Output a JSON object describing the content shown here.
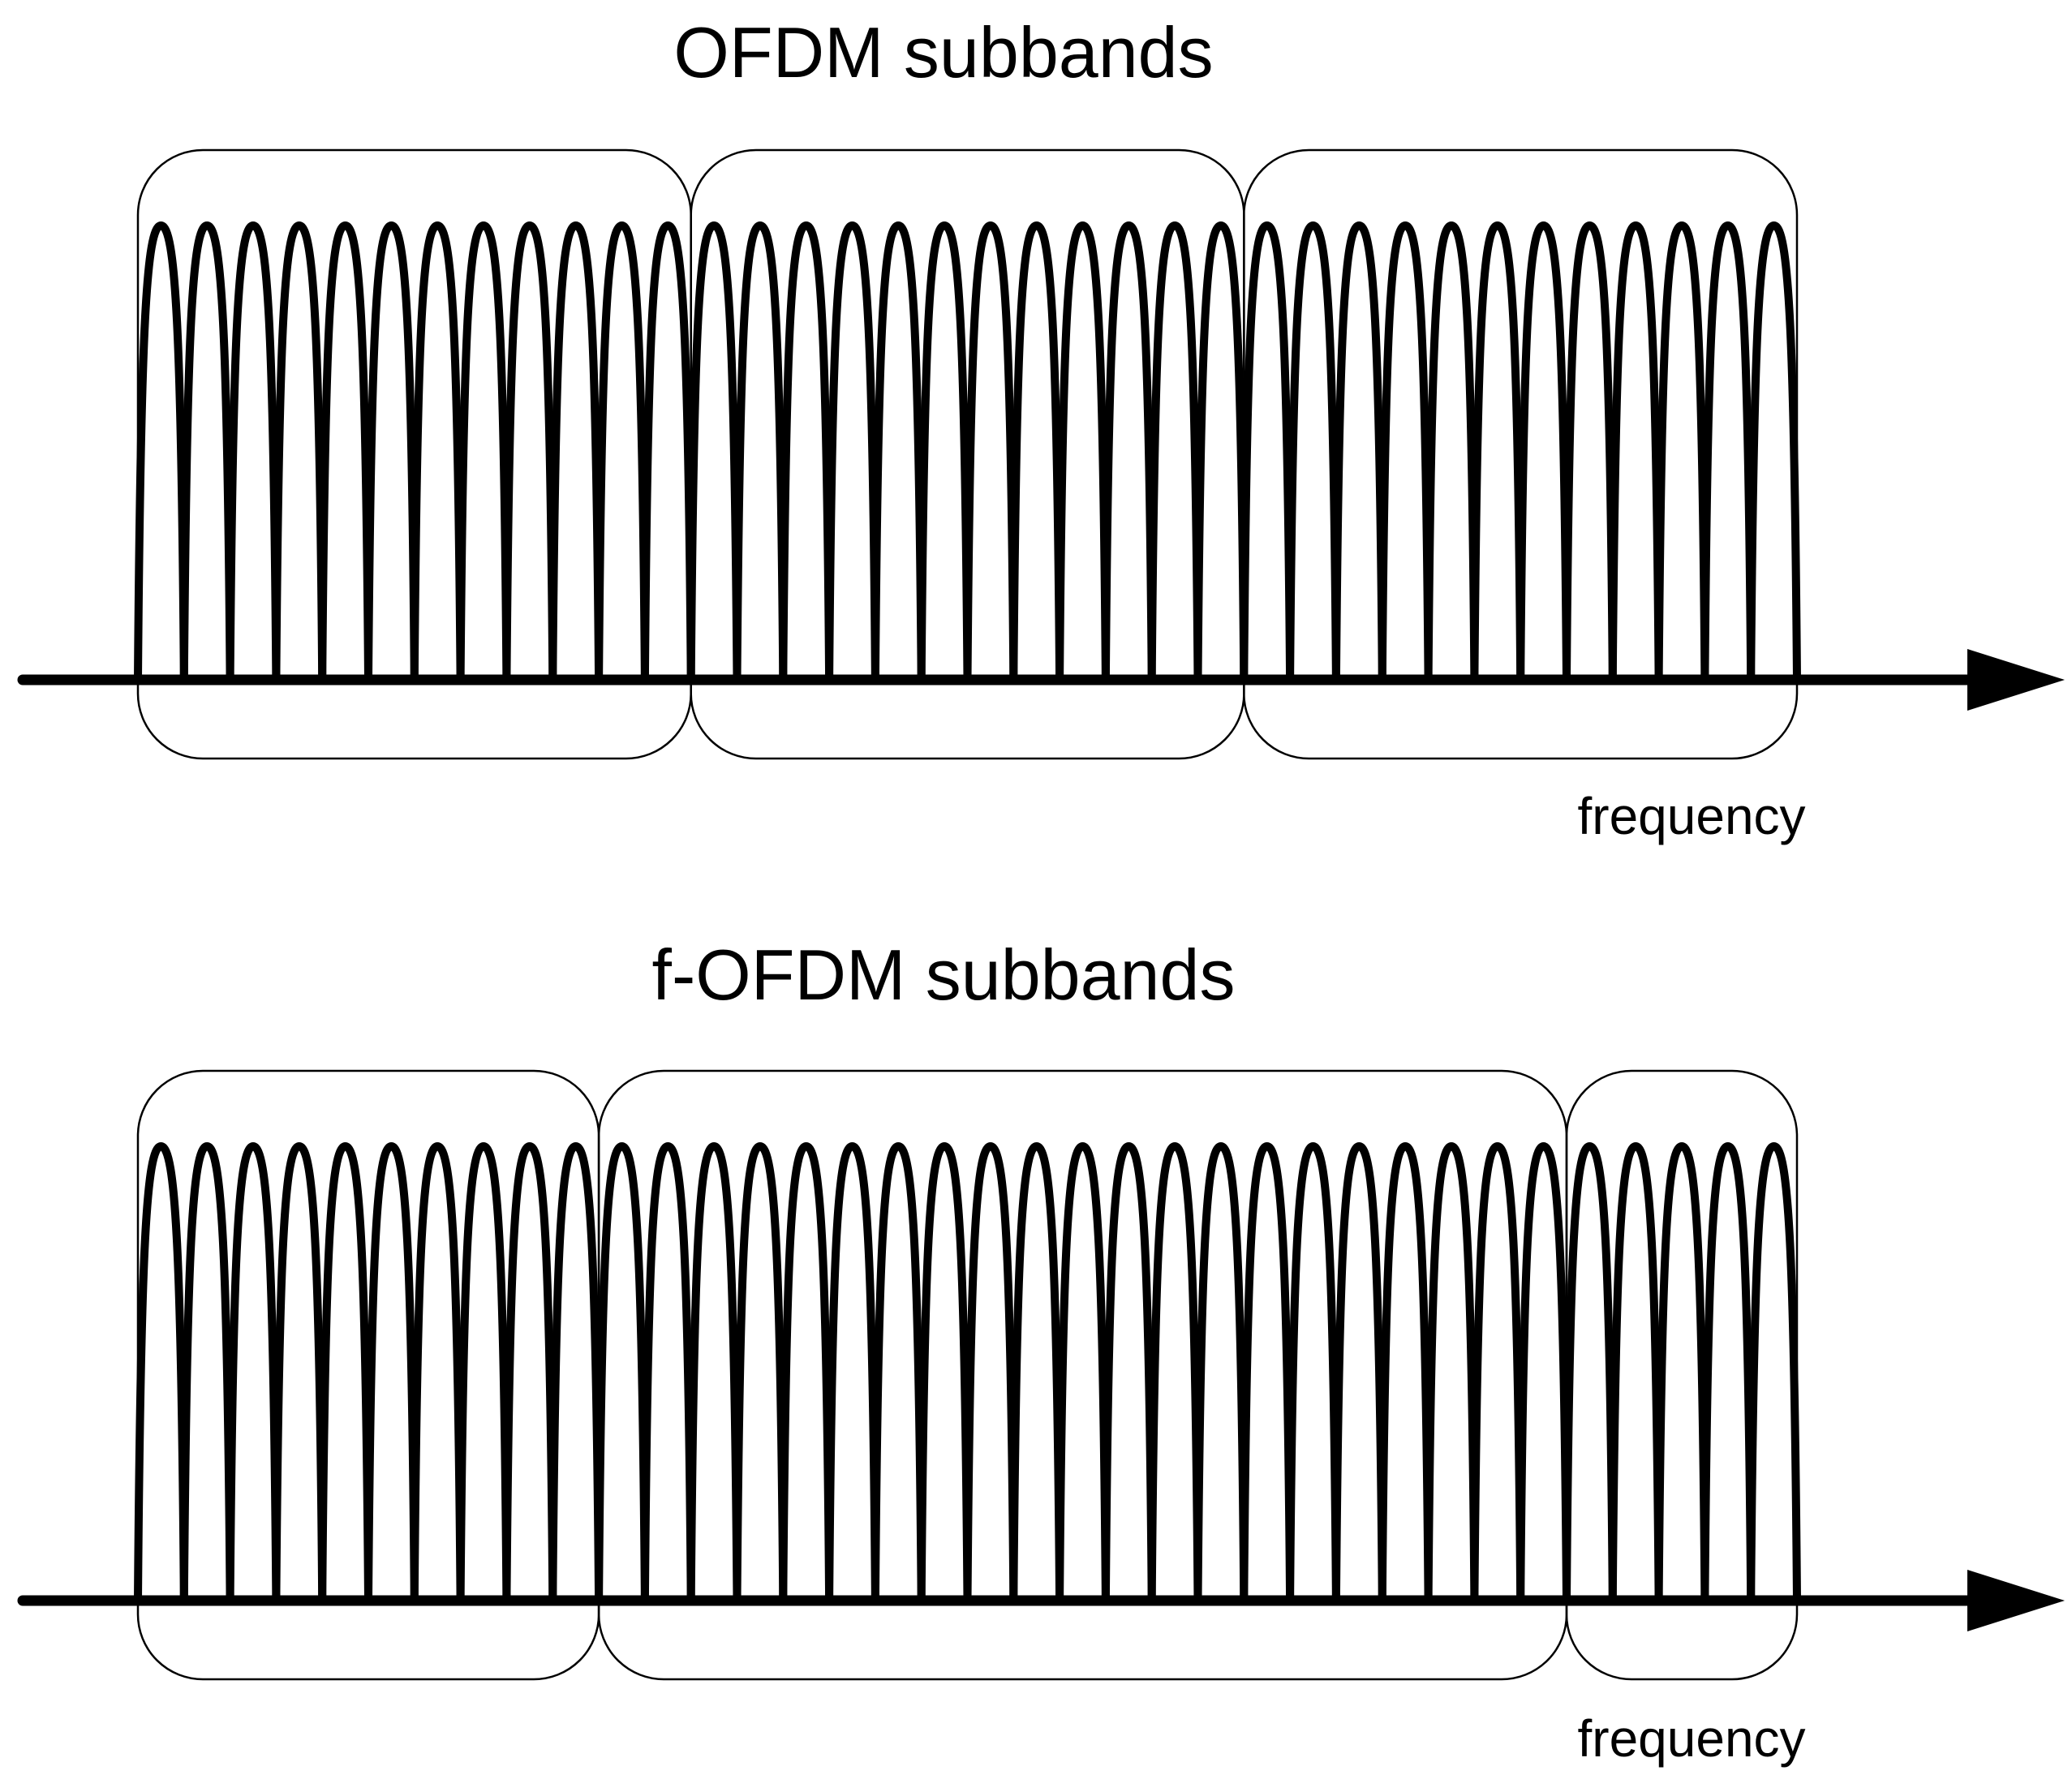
{
  "diagrams": [
    {
      "id": "ofdm",
      "title": "OFDM subbands",
      "axis_label": "frequency",
      "subcarriers_per_subband": [
        12,
        12,
        12
      ]
    },
    {
      "id": "f-ofdm",
      "title": "f-OFDM subbands",
      "axis_label": "frequency",
      "subcarriers_per_subband": [
        10,
        21,
        5
      ]
    }
  ],
  "colors": {
    "ink": "#000000",
    "background": "#ffffff"
  }
}
